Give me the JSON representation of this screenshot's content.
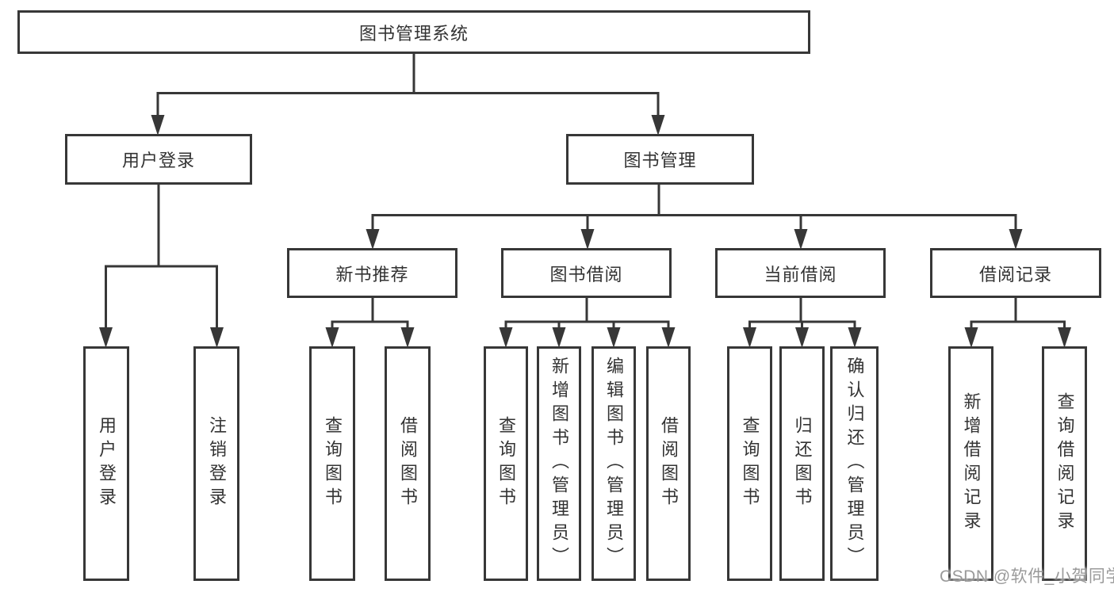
{
  "diagram": {
    "title": "图书管理系统",
    "nodes": {
      "root": "图书管理系统",
      "userLogin": {
        "label": "用户登录",
        "children": [
          "用户登录",
          "注销登录"
        ]
      },
      "bookManagement": {
        "label": "图书管理",
        "children": [
          {
            "label": "新书推荐",
            "children": [
              "查询图书",
              "借阅图书"
            ]
          },
          {
            "label": "图书借阅",
            "children": [
              "查询图书",
              "新增图书（管理员）",
              "编辑图书（管理员）",
              "借阅图书"
            ]
          },
          {
            "label": "当前借阅",
            "children": [
              "查询图书",
              "归还图书",
              "确认归还（管理员）"
            ]
          },
          {
            "label": "借阅记录",
            "children": [
              "新增借阅记录",
              "查询借阅记录"
            ]
          }
        ]
      }
    },
    "colors": {
      "line": "#373737",
      "text": "#333333",
      "background": "#ffffff",
      "watermark": "#919191"
    },
    "watermark": "CSDN @软件_小贺同学"
  }
}
